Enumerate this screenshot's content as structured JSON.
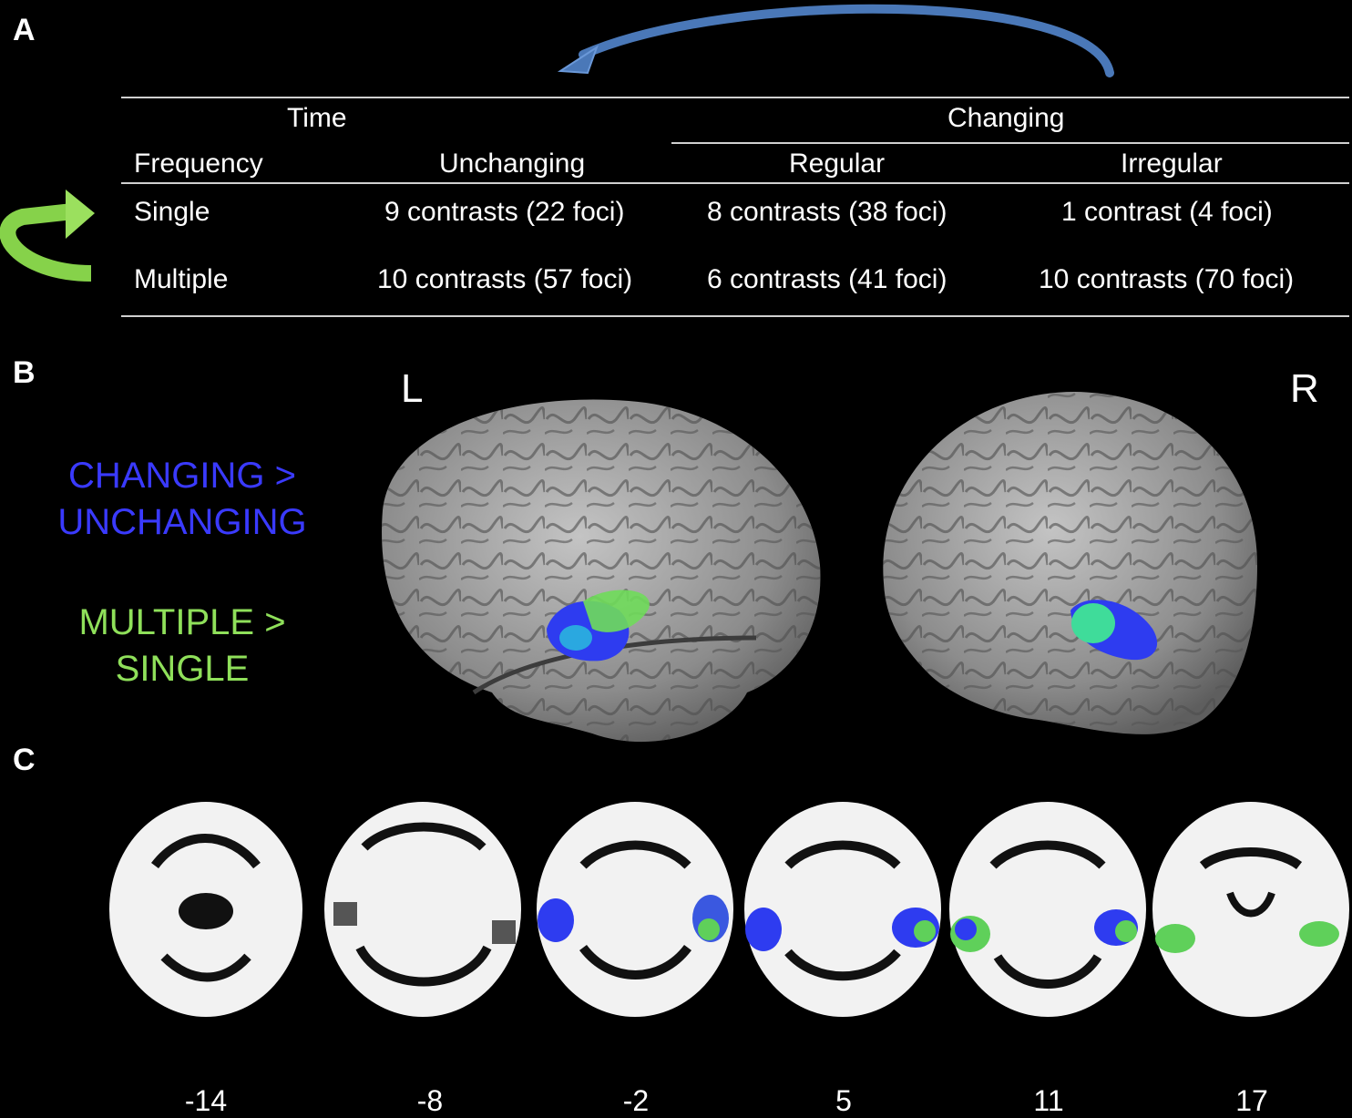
{
  "panels": {
    "a": "A",
    "b": "B",
    "c": "C"
  },
  "table": {
    "time_label": "Time",
    "changing_label": "Changing",
    "frequency_label": "Frequency",
    "col_unchanging": "Unchanging",
    "col_regular": "Regular",
    "col_irregular": "Irregular",
    "rows": [
      {
        "label": "Single",
        "unchanging": "9 contrasts (22 foci)",
        "regular": "8 contrasts (38 foci)",
        "irregular": "1 contrast (4 foci)"
      },
      {
        "label": "Multiple",
        "unchanging": "10 contrasts (57 foci)",
        "regular": "6 contrasts (41 foci)",
        "irregular": "10 contrasts (70 foci)"
      }
    ]
  },
  "legend": {
    "changing_line1": "CHANGING >",
    "changing_line2": "UNCHANGING",
    "multiple_line1": "MULTIPLE >",
    "multiple_line2": "SINGLE"
  },
  "hemispheres": {
    "left": "L",
    "right": "R"
  },
  "slices": [
    "-14",
    "-8",
    "-2",
    "5",
    "11",
    "17"
  ],
  "colors": {
    "changing": "#3a3aff",
    "multiple": "#8fe05a",
    "blue_arrow": "#4a78b8",
    "green_arrow": "#86d24a",
    "brain": "#9a9a9a"
  }
}
